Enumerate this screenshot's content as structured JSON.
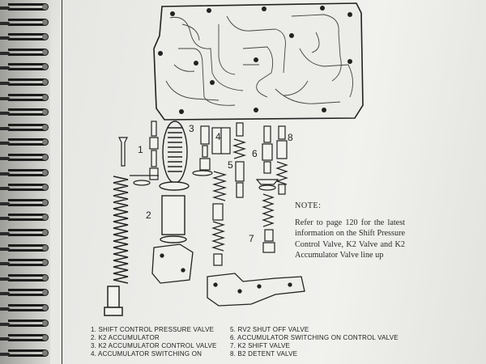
{
  "note": {
    "title": "NOTE:",
    "body": "Refer to page 120 for the latest information on the Shift Pressure Control Valve, K2 Valve and K2 Accumulator Valve line up"
  },
  "callouts": [
    "1",
    "2",
    "3",
    "4",
    "5",
    "6",
    "7",
    "8"
  ],
  "legend": {
    "left": [
      "1. SHIFT CONTROL PRESSURE VALVE",
      "2. K2 ACCUMULATOR",
      "3. K2 ACCUMULATOR CONTROL VALVE",
      "4. ACCUMULATOR SWITCHING ON"
    ],
    "right": [
      "5. RV2 SHUT OFF VALVE",
      "6. ACCUMULATOR SWITCHING ON CONTROL VALVE",
      "7. K2 SHIFT VALVE",
      "8. B2 DETENT VALVE"
    ]
  }
}
